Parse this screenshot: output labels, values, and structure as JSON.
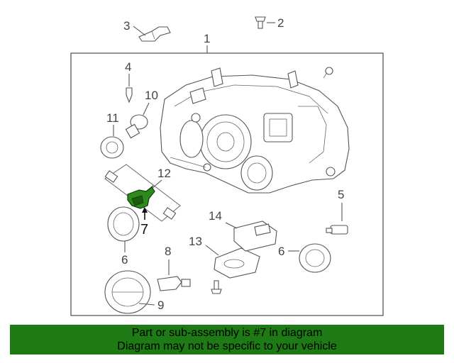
{
  "callouts": {
    "c1": "1",
    "c2": "2",
    "c3": "3",
    "c4": "4",
    "c5": "5",
    "c6a": "6",
    "c6b": "6",
    "c7": "7",
    "c8": "8",
    "c9": "9",
    "c10": "10",
    "c11": "11",
    "c12": "12",
    "c13": "13",
    "c14": "14"
  },
  "highlight_color": "#1e7a14",
  "banner": {
    "line1": "Part or sub-assembly is #7 in diagram",
    "line2": "Diagram may not be specific to your vehicle"
  }
}
